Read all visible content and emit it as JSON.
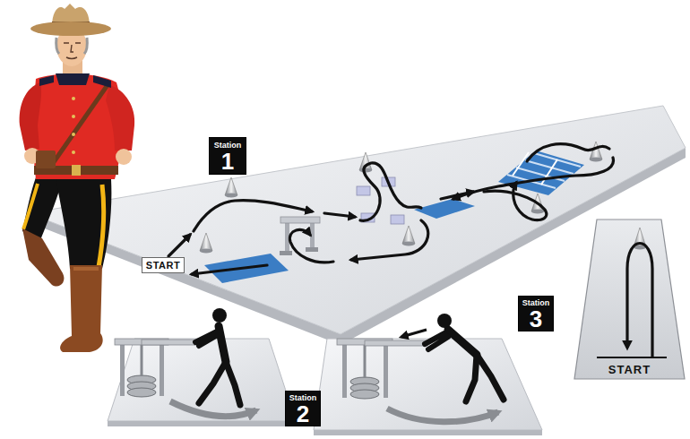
{
  "diagram": {
    "nodes": [
      {
        "text": [
          "Station",
          "1"
        ]
      },
      {
        "text": [
          "START"
        ]
      },
      {
        "text": [
          "Station",
          "3"
        ]
      },
      {
        "text": [
          "START"
        ]
      },
      {
        "text": [
          "Station",
          "2"
        ]
      }
    ]
  }
}
